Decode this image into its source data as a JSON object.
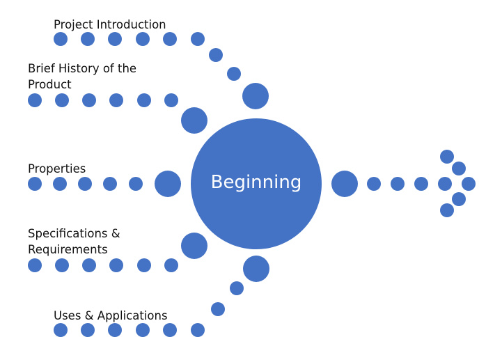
{
  "center": {
    "label": "Beginning"
  },
  "branches": [
    {
      "key": "intro",
      "lines": [
        "Project Introduction"
      ]
    },
    {
      "key": "history",
      "lines": [
        "Brief History of the",
        "Product"
      ]
    },
    {
      "key": "properties",
      "lines": [
        "Properties"
      ]
    },
    {
      "key": "specs",
      "lines": [
        "Specifications &",
        "Requirements"
      ]
    },
    {
      "key": "uses",
      "lines": [
        "Uses & Applications"
      ]
    }
  ],
  "colors": {
    "dot": "#4472c4",
    "text": "#111111",
    "center_text": "#ffffff",
    "background": "#ffffff"
  }
}
